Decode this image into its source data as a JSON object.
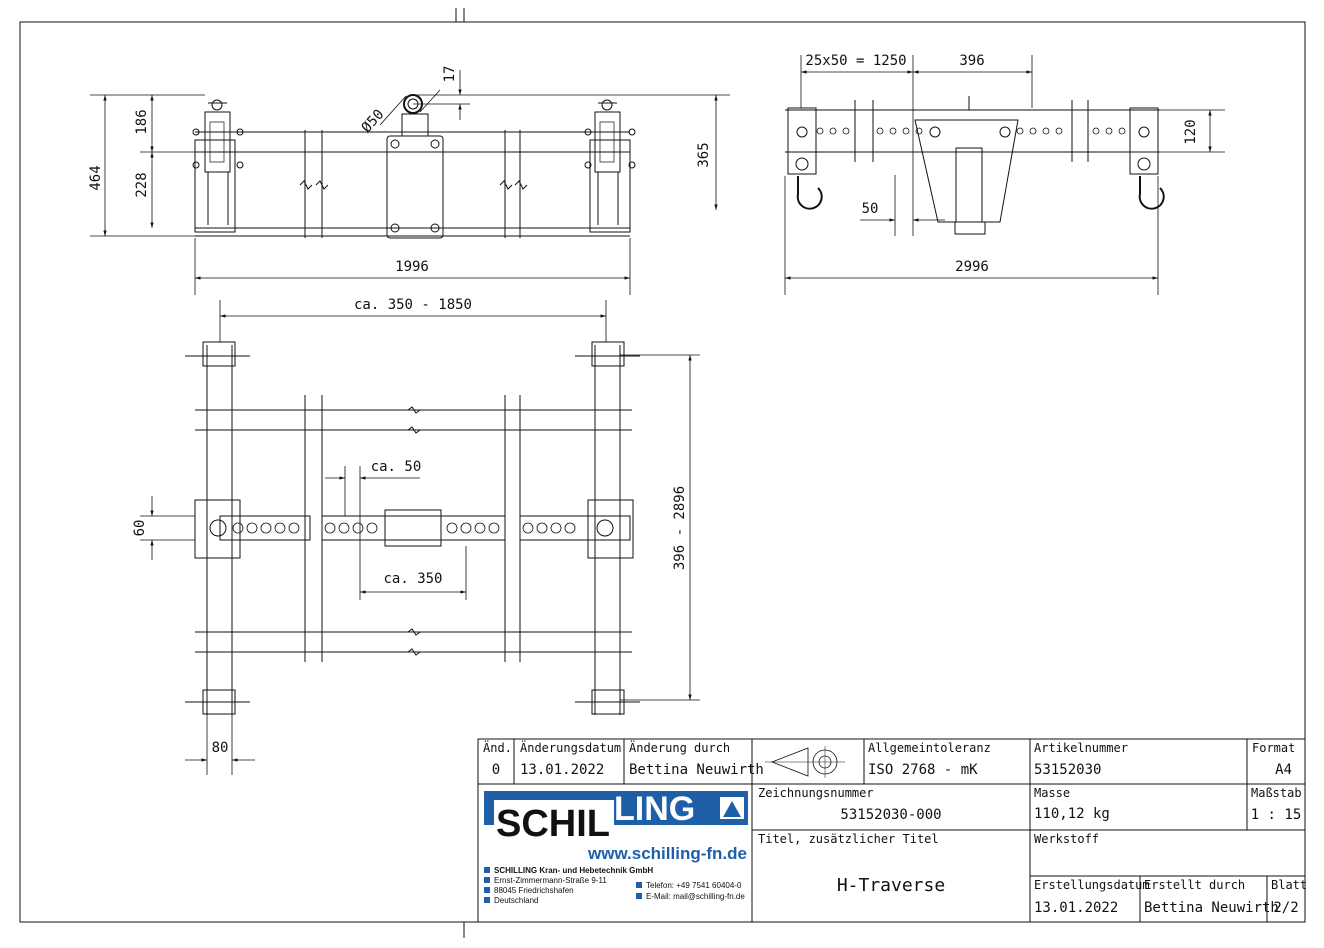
{
  "drawing": {
    "dimensions": {
      "front_total_height": "464",
      "front_upper_height": "186",
      "front_lower_height": "228",
      "eye_offset": "17",
      "eye_diameter": "Ø50",
      "hook_height": "365",
      "front_width": "1996",
      "top_adjust_range": "ca. 350 - 1850",
      "side_step": "25x50 = 1250",
      "side_center": "396",
      "side_tube_height": "120",
      "side_small": "50",
      "side_width": "2996",
      "plan_spacing": "ca. 50",
      "plan_tube_width": "60",
      "plan_center_range": "ca. 350",
      "plan_length_range": "396 - 2896",
      "plan_foot": "80"
    }
  },
  "title_block": {
    "headers": {
      "rev": "Änd.",
      "change_date": "Änderungsdatum",
      "changed_by": "Änderung durch",
      "general_tolerance": "Allgemeintoleranz",
      "article_number": "Artikelnummer",
      "format": "Format",
      "drawing_number": "Zeichnungsnummer",
      "mass": "Masse",
      "scale": "Maßstab",
      "title": "Titel, zusätzlicher Titel",
      "material": "Werkstoff",
      "created_date": "Erstellungsdatum",
      "created_by": "Erstellt durch",
      "sheet": "Blatt"
    },
    "values": {
      "rev": "0",
      "change_date": "13.01.2022",
      "changed_by": "Bettina Neuwirth",
      "general_tolerance": "ISO 2768 - mK",
      "article_number": "53152030",
      "format": "A4",
      "drawing_number": "53152030-000",
      "mass": "110,12 kg",
      "scale": "1 : 15",
      "title": "H-Traverse",
      "material": "",
      "created_date": "13.01.2022",
      "created_by": "Bettina Neuwirth",
      "sheet": "2/2"
    },
    "company": {
      "logo_part1": "SCHIL",
      "logo_part2": "LING",
      "website": "www.schilling-fn.de",
      "name": "SCHILLING Kran- und Hebetechnik GmbH",
      "street": "Ernst-Zimmermann-Straße 9-11",
      "city": "88045 Friedrichshafen",
      "country": "Deutschland",
      "phone": "Telefon: +49 7541 60404-0",
      "email": "E-Mail: mail@schilling-fn.de",
      "brand_color": "#1e5fa8"
    }
  }
}
